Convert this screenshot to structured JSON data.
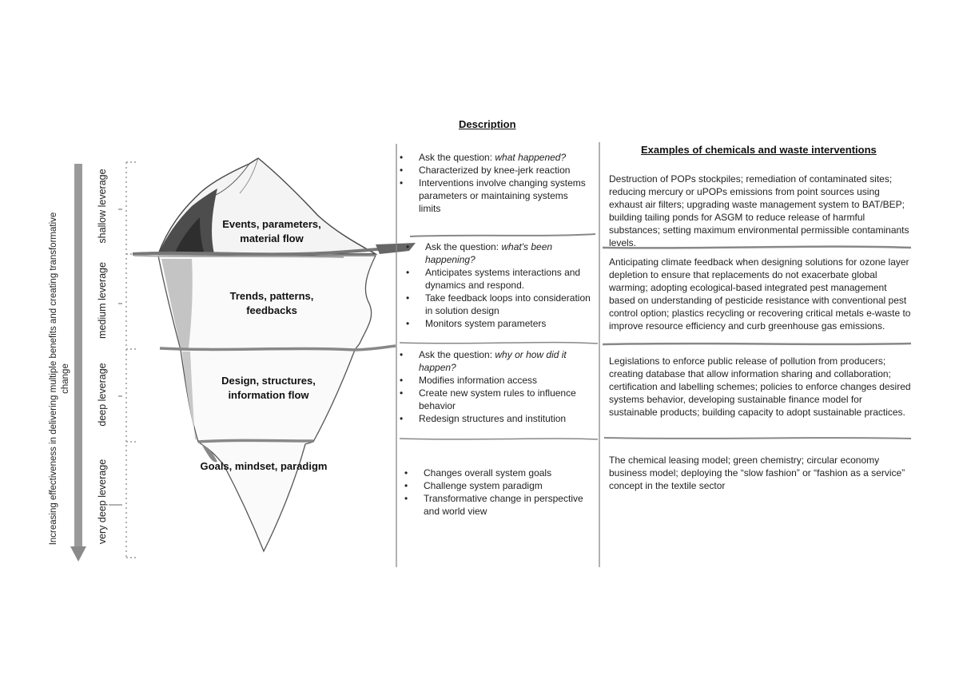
{
  "arrow_caption": "Increasing effectiveness in delivering multiple benefits and creating transformative change",
  "leverage_levels": [
    "shallow leverage",
    "medium leverage",
    "deep leverage",
    "very deep leverage"
  ],
  "layers": [
    "Events, parameters, material flow",
    "Trends, patterns, feedbacks",
    "Design, structures, information flow",
    "Goals, mindset, paradigm"
  ],
  "headers": {
    "description": "Description",
    "examples": "Examples of chemicals and waste interventions"
  },
  "descriptions": [
    {
      "question_prefix": "Ask the question: ",
      "question": "what happened?",
      "items": [
        "Characterized by knee-jerk reaction",
        "Interventions involve changing systems parameters or maintaining systems limits"
      ]
    },
    {
      "question_prefix": "Ask the question: ",
      "question": "what's been happening?",
      "items": [
        "Anticipates systems interactions and dynamics and respond.",
        "Take feedback loops into consideration in solution design",
        "Monitors system parameters"
      ]
    },
    {
      "question_prefix": "Ask the question: ",
      "question": "why or how did it happen?",
      "items": [
        "Modifies information access",
        "Create new system rules to influence behavior",
        "Redesign structures and institution"
      ]
    },
    {
      "items": [
        "Changes overall system goals",
        "Challenge system paradigm",
        "Transformative change in perspective and world view"
      ]
    }
  ],
  "examples": [
    "Destruction of POPs stockpiles; remediation of contaminated sites; reducing mercury or uPOPs emissions from point sources using exhaust air filters; upgrading waste management system to BAT/BEP; building tailing ponds for ASGM to reduce release of harmful substances; setting maximum environmental permissible contaminants levels.",
    "Anticipating climate feedback when designing solutions for ozone layer depletion to ensure that replacements do not exacerbate global warming; adopting ecological-based integrated pest management based on understanding of pesticide resistance with conventional pest control option; plastics recycling or recovering critical metals e-waste to improve resource efficiency and curb greenhouse gas emissions.",
    "Legislations to enforce public release of pollution from producers; creating database that allow information sharing and collaboration; certification and labelling schemes; policies to enforce changes desired systems behavior, developing sustainable finance model for sustainable products; building capacity to adopt sustainable practices.",
    "The chemical leasing model; green chemistry; circular economy business model; deploying the “slow fashion” or “fashion as a service” concept in the textile sector"
  ]
}
